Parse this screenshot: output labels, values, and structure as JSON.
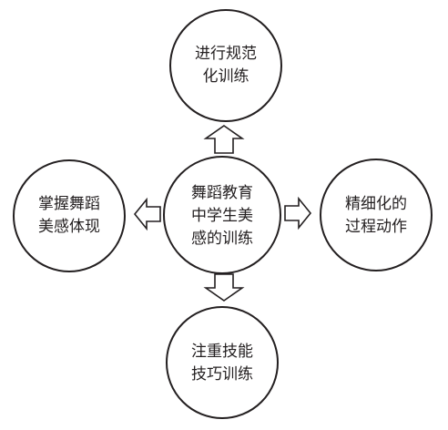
{
  "diagram": {
    "center": {
      "lines": [
        "舞蹈教育",
        "中学生美",
        "感的训练"
      ]
    },
    "top": {
      "lines": [
        "进行规范",
        "化训练"
      ]
    },
    "left": {
      "lines": [
        "掌握舞蹈",
        "美感体现"
      ]
    },
    "right": {
      "lines": [
        "精细化的",
        "过程动作"
      ]
    },
    "bottom": {
      "lines": [
        "注重技能",
        "技巧训练"
      ]
    }
  },
  "colors": {
    "stroke": "#231f20",
    "fill": "#ffffff"
  }
}
